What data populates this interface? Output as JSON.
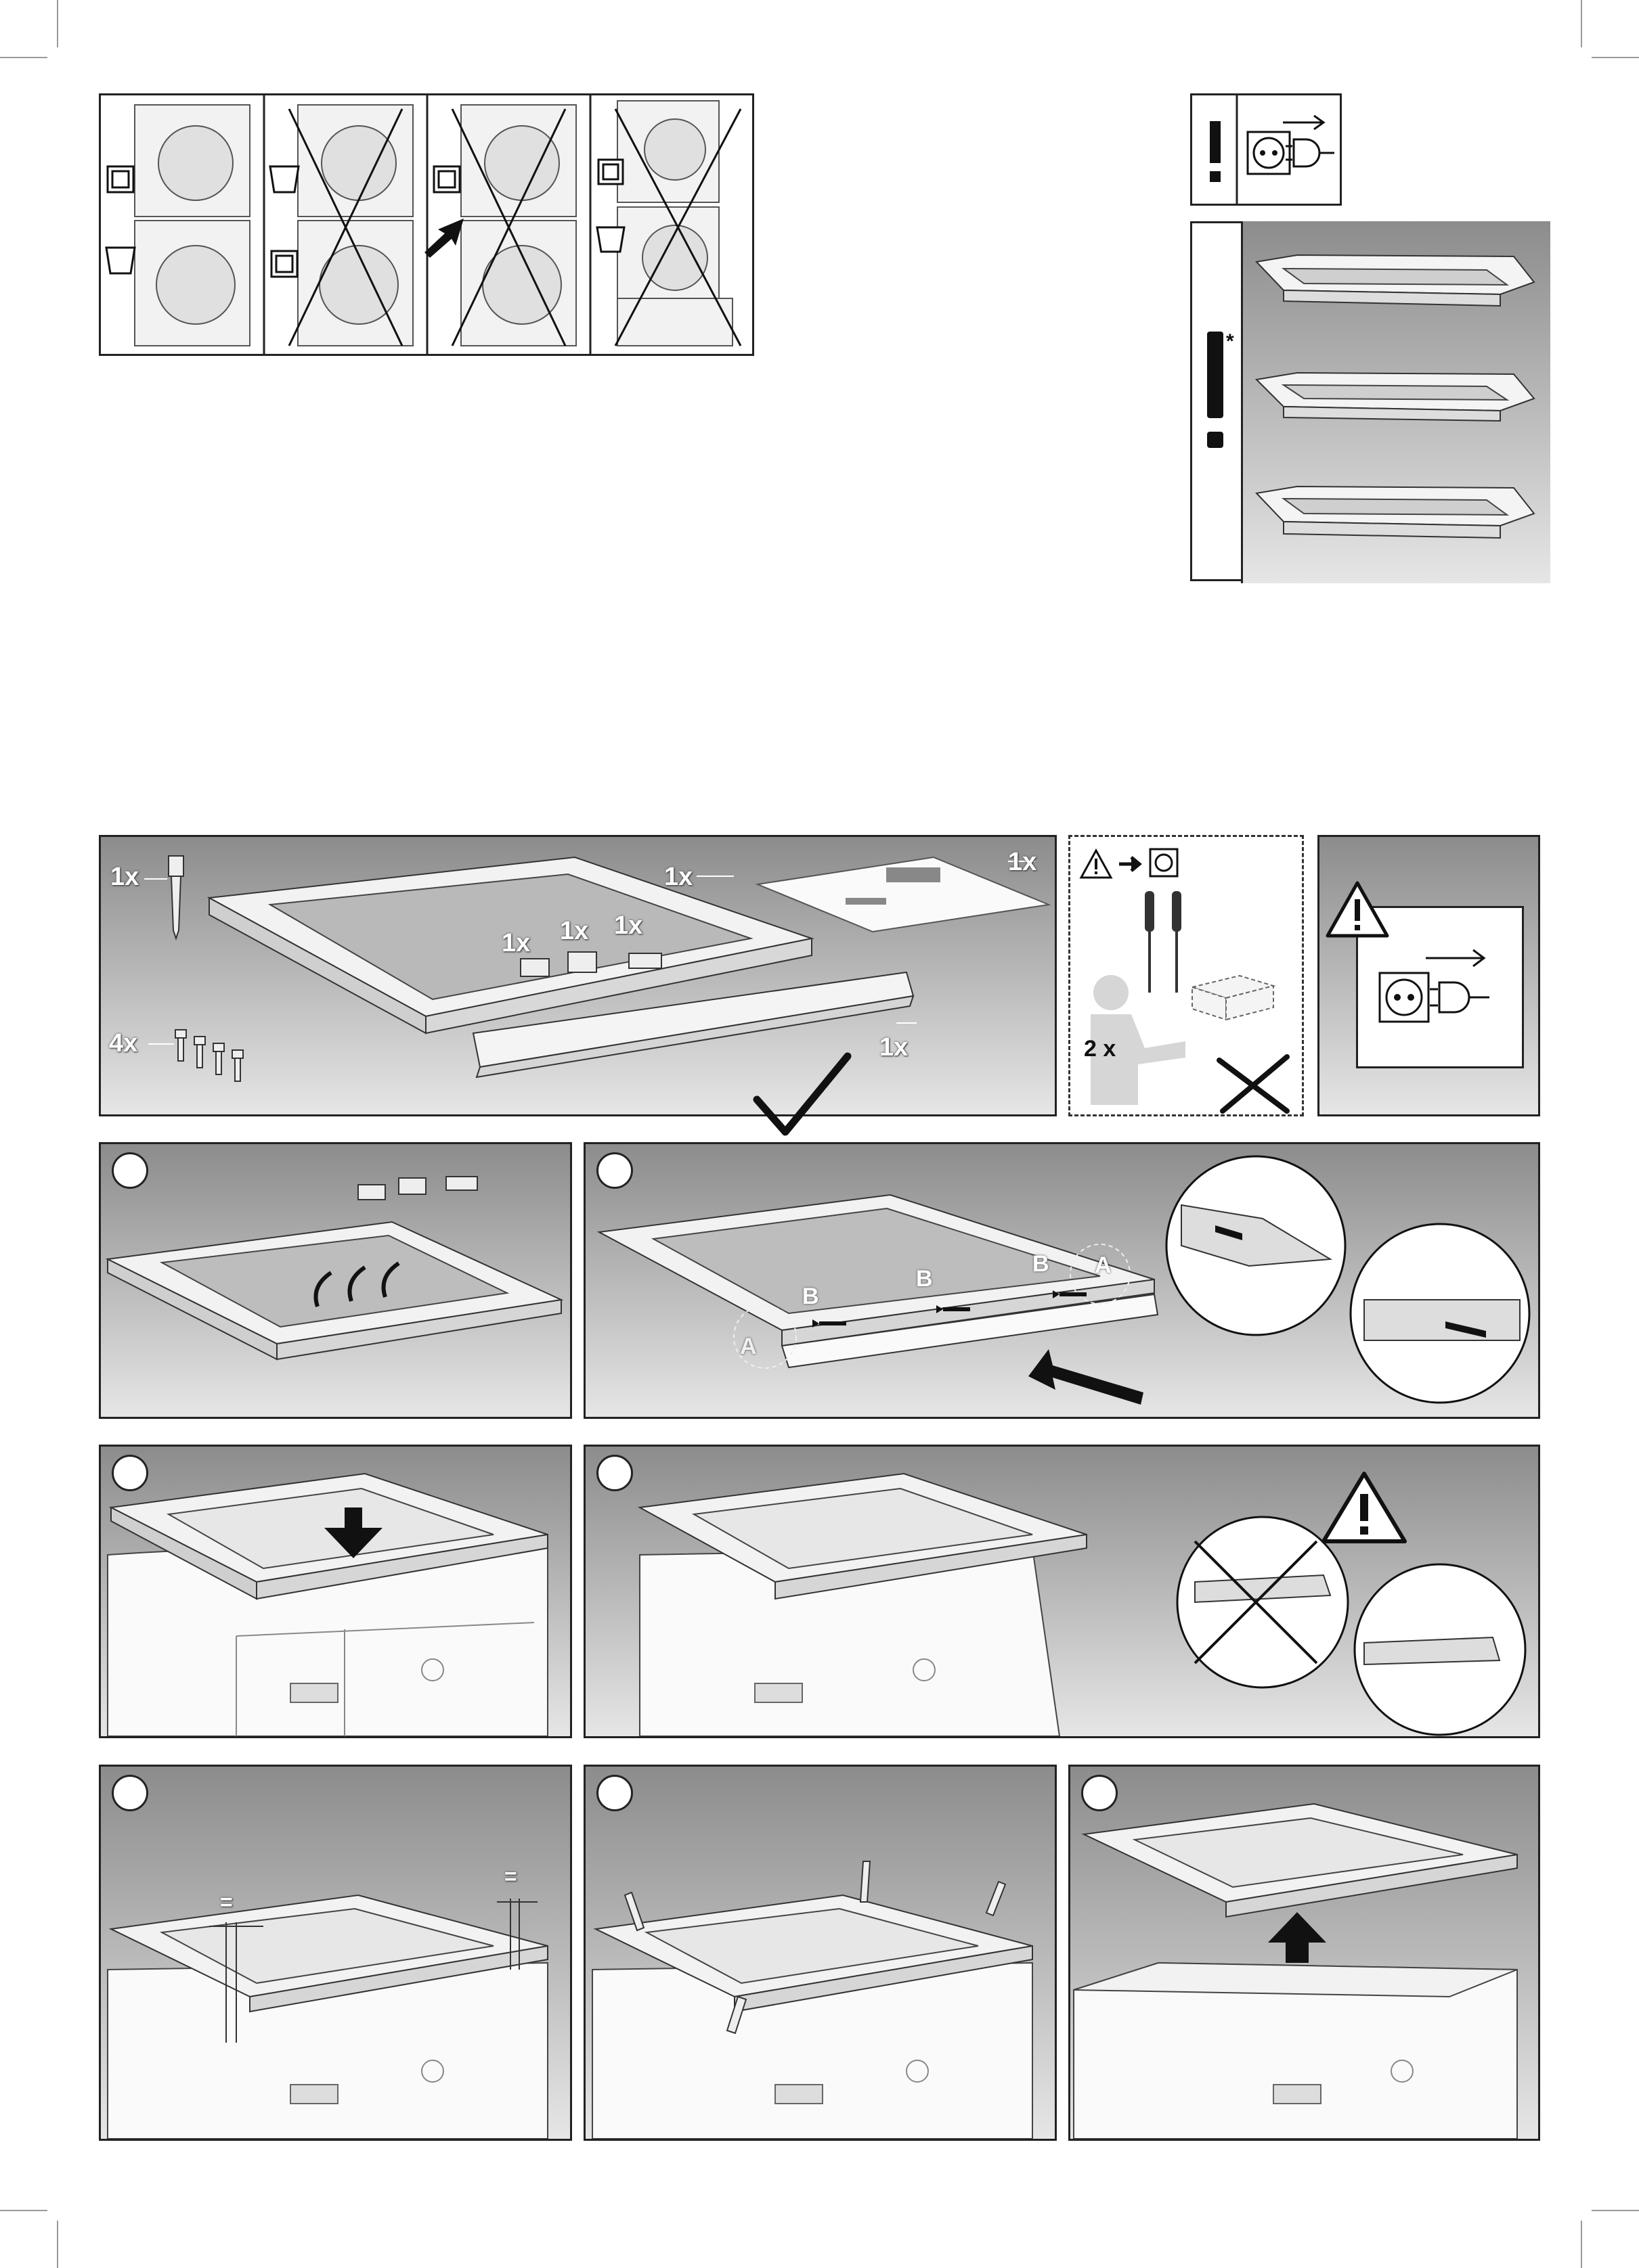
{
  "accessory_box": {
    "qty_screw_long": "1x",
    "qty_frame": "1x",
    "qty_document": "1x",
    "qty_clip_1": "1x",
    "qty_clip_2": "1x",
    "qty_clip_3": "1x",
    "qty_front_bar": "1x",
    "qty_small_screws": "4x"
  },
  "tools_box": {
    "persons_count": "2 x"
  },
  "notes": {
    "asterisk": "*"
  },
  "step2": {
    "label_a_left": "A",
    "label_b_left": "B",
    "label_b_mid": "B",
    "label_b_right": "B",
    "label_a_right": "A"
  },
  "step5": {
    "equal_left": "=",
    "equal_right": "="
  },
  "steps": [
    {
      "number": ""
    },
    {
      "number": ""
    },
    {
      "number": ""
    },
    {
      "number": ""
    },
    {
      "number": ""
    },
    {
      "number": ""
    },
    {
      "number": ""
    }
  ]
}
